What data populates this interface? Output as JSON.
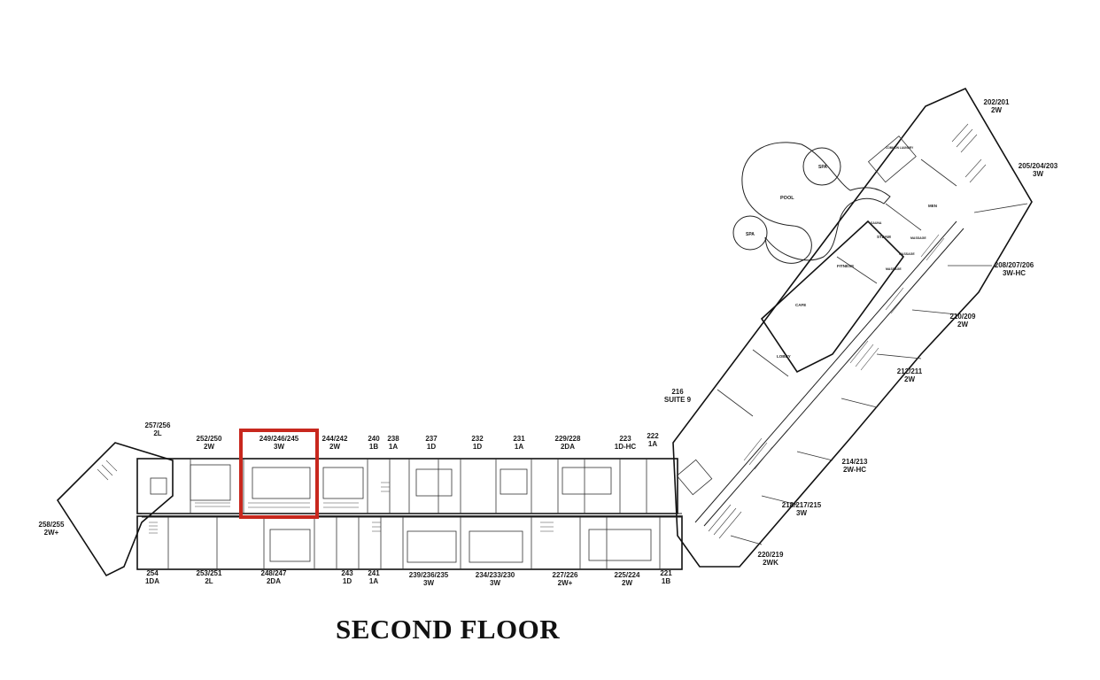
{
  "title": "SECOND FLOOR",
  "highlight_color": "#c8281e",
  "amenities": {
    "pool": "POOL",
    "spa_top": "SPA",
    "spa_left": "SPA",
    "fitness": "FITNESS",
    "cafe": "CAFE",
    "lobby": "LOBBY",
    "steam": "STEAM",
    "sauna": "SAUNA",
    "men": "MEN",
    "massage_1": "MASSAGE",
    "massage_2": "MASSAGE",
    "massage_3": "MASSAGE",
    "laundry": "COMMON LAUNDRY"
  },
  "units": [
    {
      "num": "202/201",
      "type": "2W"
    },
    {
      "num": "205/204/203",
      "type": "3W"
    },
    {
      "num": "208/207/206",
      "type": "3W-HC"
    },
    {
      "num": "210/209",
      "type": "2W"
    },
    {
      "num": "212/211",
      "type": "2W"
    },
    {
      "num": "216",
      "type": "SUITE 9"
    },
    {
      "num": "214/213",
      "type": "2W-HC"
    },
    {
      "num": "218/217/215",
      "type": "3W"
    },
    {
      "num": "220/219",
      "type": "2WK"
    },
    {
      "num": "257/256",
      "type": "2L"
    },
    {
      "num": "252/250",
      "type": "2W"
    },
    {
      "num": "249/246/245",
      "type": "3W"
    },
    {
      "num": "244/242",
      "type": "2W"
    },
    {
      "num": "240",
      "type": "1B"
    },
    {
      "num": "238",
      "type": "1A"
    },
    {
      "num": "237",
      "type": "1D"
    },
    {
      "num": "232",
      "type": "1D"
    },
    {
      "num": "231",
      "type": "1A"
    },
    {
      "num": "229/228",
      "type": "2DA"
    },
    {
      "num": "223",
      "type": "1D-HC"
    },
    {
      "num": "222",
      "type": "1A"
    },
    {
      "num": "258/255",
      "type": "2W+"
    },
    {
      "num": "254",
      "type": "1DA"
    },
    {
      "num": "253/251",
      "type": "2L"
    },
    {
      "num": "248/247",
      "type": "2DA"
    },
    {
      "num": "243",
      "type": "1D"
    },
    {
      "num": "241",
      "type": "1A"
    },
    {
      "num": "239/236/235",
      "type": "3W"
    },
    {
      "num": "234/233/230",
      "type": "3W"
    },
    {
      "num": "227/226",
      "type": "2W+"
    },
    {
      "num": "225/224",
      "type": "2W"
    },
    {
      "num": "221",
      "type": "1B"
    }
  ]
}
